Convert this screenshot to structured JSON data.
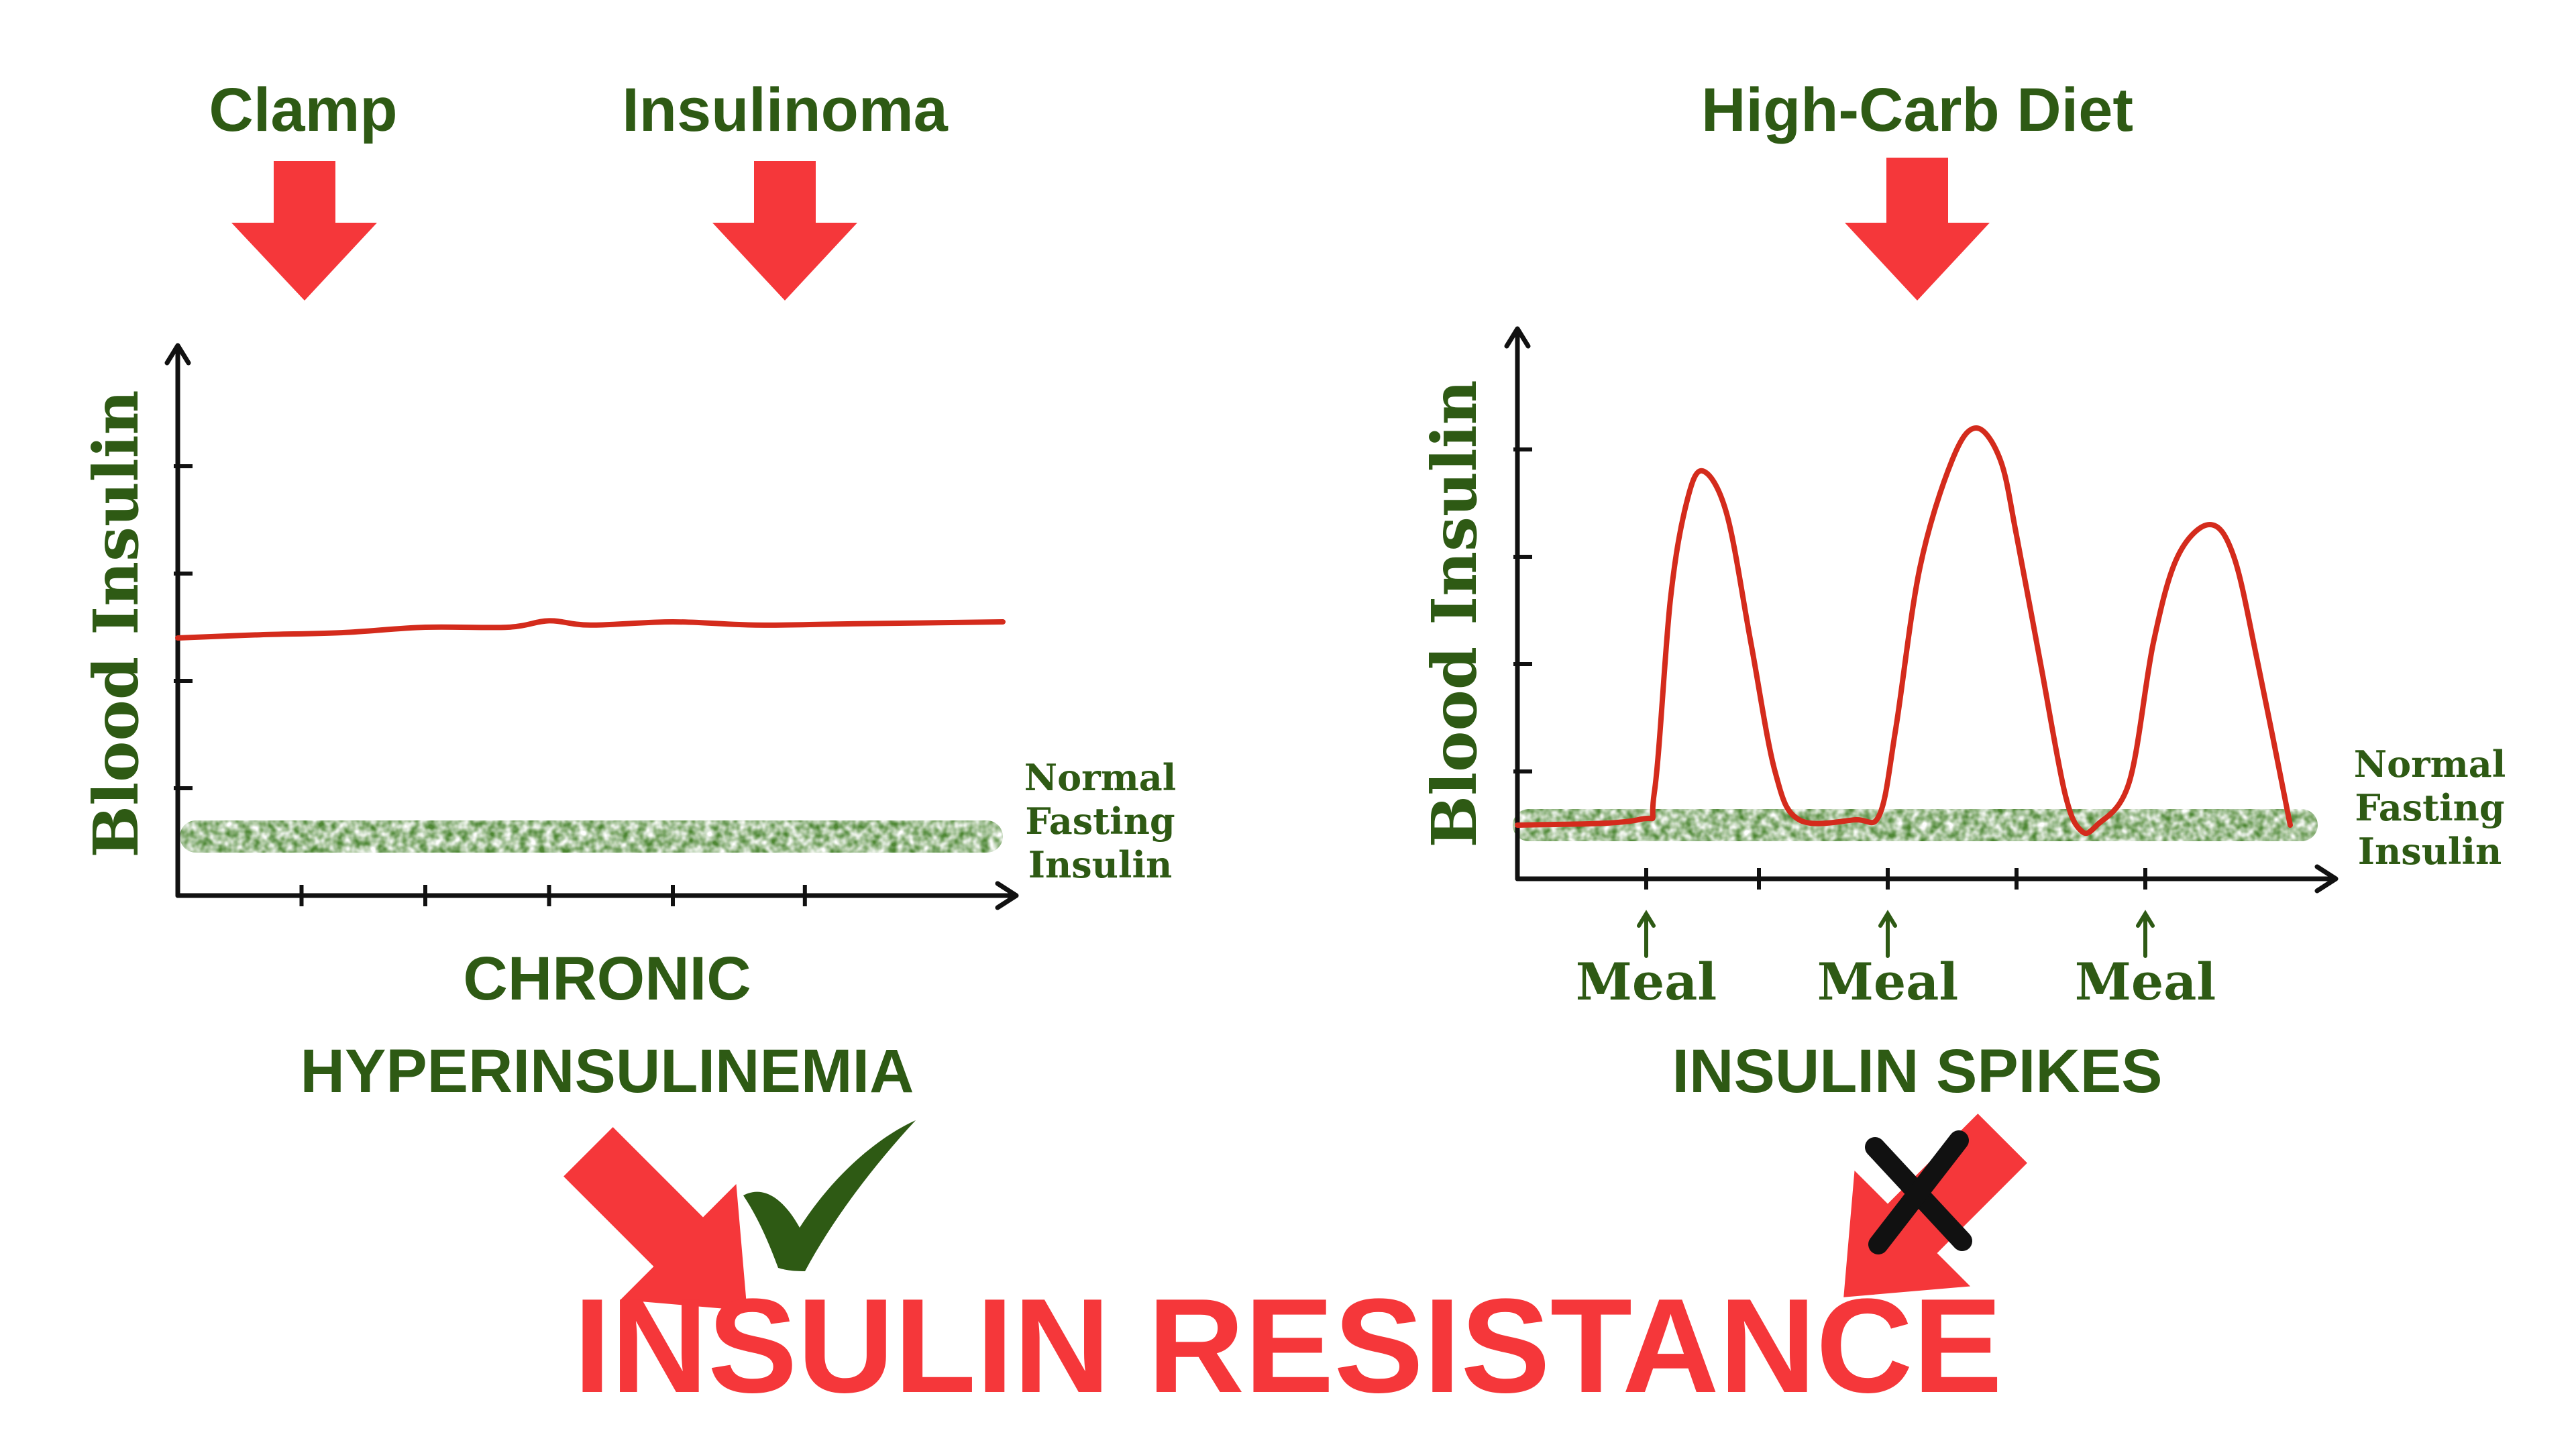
{
  "colors": {
    "green_text": "#2e5a14",
    "red_arrow": "#f5373a",
    "red_line": "#d42b1c",
    "band_green": "#3a7a1e",
    "axis": "#111111",
    "title_red": "#f5373a",
    "check_green": "#2e5a14",
    "cross_black": "#111111"
  },
  "left_panel": {
    "causes": [
      "Clamp",
      "Insulinoma"
    ],
    "ylabel": "Blood Insulin",
    "band_label": [
      "Normal",
      "Fasting",
      "Insulin"
    ],
    "caption": [
      "CHRONIC",
      "HYPERINSULINEMIA"
    ],
    "leads_to": "check-icon"
  },
  "right_panel": {
    "causes": [
      "High-Carb Diet"
    ],
    "ylabel": "Blood Insulin",
    "band_label": [
      "Normal",
      "Fasting",
      "Insulin"
    ],
    "meal_labels": [
      "Meal",
      "Meal",
      "Meal"
    ],
    "caption": [
      "INSULIN SPIKES"
    ],
    "leads_to": "cross-icon"
  },
  "conclusion": "INSULIN RESISTANCE",
  "chart_data": [
    {
      "type": "line",
      "title": "",
      "xlabel": "",
      "ylabel": "Blood Insulin",
      "xlim": [
        0,
        10
      ],
      "ylim": [
        0,
        5
      ],
      "yticks": [
        1,
        2,
        3,
        4
      ],
      "xticks": [
        1.5,
        3,
        4.5,
        6,
        7.6
      ],
      "band": {
        "label": "Normal Fasting Insulin",
        "ymin": 0.4,
        "ymax": 0.7
      },
      "series": [
        {
          "x": [
            0,
            1,
            2,
            3,
            4,
            4.5,
            5,
            6,
            7,
            8,
            9,
            10
          ],
          "y": [
            2.4,
            2.43,
            2.45,
            2.5,
            2.5,
            2.56,
            2.52,
            2.55,
            2.52,
            2.53,
            2.54,
            2.55
          ]
        }
      ]
    },
    {
      "type": "line",
      "title": "",
      "xlabel": "",
      "ylabel": "Blood Insulin",
      "xlim": [
        0,
        10
      ],
      "ylim": [
        0,
        5
      ],
      "yticks": [
        1,
        2,
        3,
        4
      ],
      "xticks": [
        1.6,
        3,
        4.6,
        6.2,
        7.8
      ],
      "meals_at": [
        1.6,
        4.6,
        7.8
      ],
      "band": {
        "label": "Normal Fasting Insulin",
        "ymin": 0.35,
        "ymax": 0.65
      },
      "series": [
        {
          "x": [
            0,
            1.5,
            1.7,
            1.9,
            2.1,
            2.3,
            2.6,
            2.9,
            3.2,
            3.5,
            4.2,
            4.5,
            4.7,
            5,
            5.4,
            5.7,
            6,
            6.2,
            6.5,
            6.8,
            7,
            7.2,
            7.6,
            7.9,
            8.2,
            8.6,
            8.9,
            9.2,
            9.6
          ],
          "y": [
            0.5,
            0.55,
            0.8,
            2.6,
            3.5,
            3.8,
            3.4,
            2.2,
            1.0,
            0.55,
            0.55,
            0.6,
            1.4,
            2.9,
            3.9,
            4.2,
            3.9,
            3.2,
            2.0,
            0.8,
            0.45,
            0.5,
            0.9,
            2.2,
            3.0,
            3.3,
            3.0,
            2.0,
            0.5
          ]
        }
      ]
    }
  ]
}
